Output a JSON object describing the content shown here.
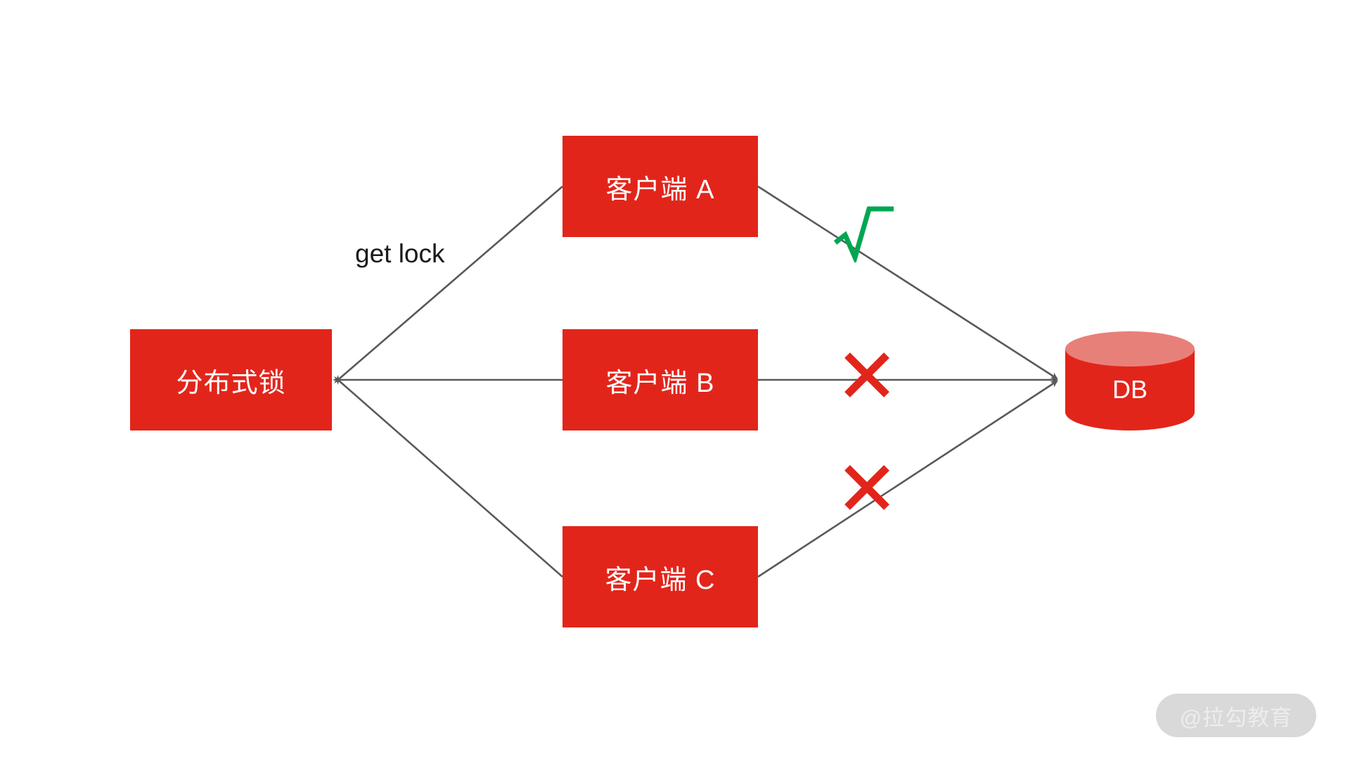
{
  "diagram": {
    "title": "distributed-lock-db-access",
    "background": "#ffffff",
    "colors": {
      "node_red": "#E2251B",
      "db_top": "#E8807A",
      "edge_gray": "#595959",
      "check_green": "#00A650",
      "cross_red": "#E2251B",
      "node_text": "#ffffff",
      "label_text": "#1a1a1a",
      "watermark_pill": "#D9D9D9",
      "watermark_text": "#EDEDED"
    },
    "nodes": [
      {
        "id": "lock",
        "label": "分布式锁",
        "shape": "rect"
      },
      {
        "id": "client_a",
        "label": "客户端 A",
        "shape": "rect"
      },
      {
        "id": "client_b",
        "label": "客户端 B",
        "shape": "rect"
      },
      {
        "id": "client_c",
        "label": "客户端 C",
        "shape": "rect"
      },
      {
        "id": "db",
        "label": "DB",
        "shape": "cylinder"
      }
    ],
    "edge_labels": {
      "get_lock": "get lock"
    },
    "annotations": [
      {
        "id": "check_a",
        "glyph": "check",
        "meaning": "client-a-allowed-to-write-db"
      },
      {
        "id": "cross_b",
        "glyph": "cross",
        "meaning": "client-b-blocked-from-db"
      },
      {
        "id": "cross_c",
        "glyph": "cross",
        "meaning": "client-c-blocked-from-db"
      }
    ],
    "watermark": {
      "text": "@拉勾教育"
    }
  }
}
